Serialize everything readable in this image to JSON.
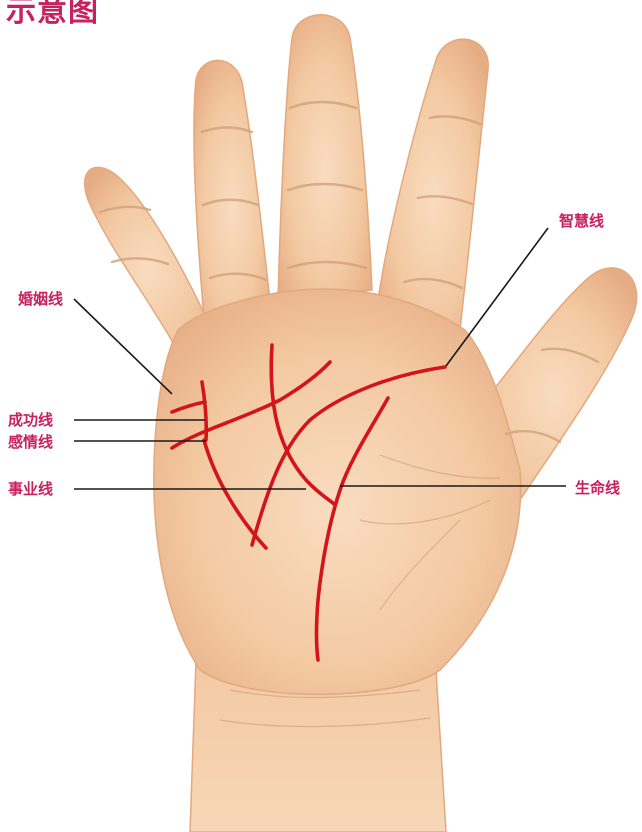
{
  "title": "示意图",
  "labels": {
    "marriage": "婚姻线",
    "success": "成功线",
    "emotion": "感情线",
    "career": "事业线",
    "wisdom": "智慧线",
    "life": "生命线"
  },
  "colors": {
    "label_text": "#c8215f",
    "palm_line": "#d3141a",
    "skin": "#f2c9a4",
    "background": "#ffffff"
  }
}
